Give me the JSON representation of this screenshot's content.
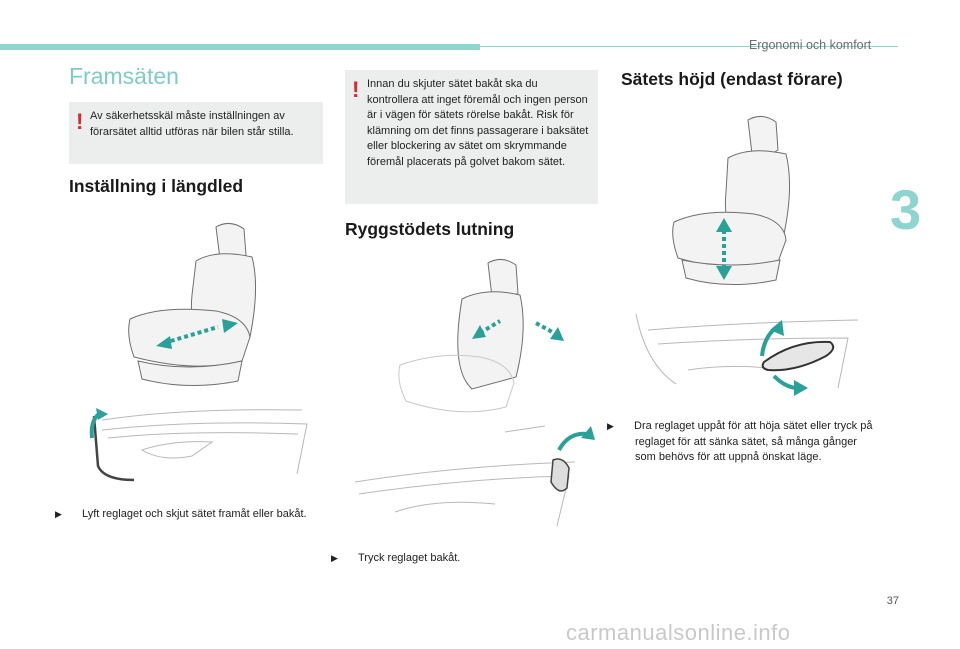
{
  "header": {
    "section_title": "Ergonomi och komfort",
    "chapter_number": "3"
  },
  "colors": {
    "accent": "#8ed4cf",
    "arrow": "#2aa198",
    "warning": "#e2242b",
    "warn_bg": "#eceeee"
  },
  "left": {
    "title": "Framsäten",
    "warning": "Av säkerhetsskäl måste inställningen av förarsätet alltid utföras när bilen står stilla.",
    "heading": "Inställning i längdled",
    "instruction": "Lyft reglaget och skjut sätet framåt eller bakåt."
  },
  "middle": {
    "warning": "Innan du skjuter sätet bakåt ska du kontrollera att inget föremål och ingen person är i vägen för sätets rörelse bakåt. Risk för klämning om det finns passagerare i baksätet eller blockering av sätet om skrymmande föremål placerats på golvet bakom sätet.",
    "heading": "Ryggstödets lutning",
    "instruction": "Tryck reglaget bakåt."
  },
  "right": {
    "heading": "Sätets höjd (endast förare)",
    "instruction": "Dra reglaget uppåt för att höja sätet eller tryck på reglaget för att sänka sätet, så många gånger som behövs för att uppnå önskat läge."
  },
  "footer": {
    "page_number": "37",
    "watermark": "carmanualsonline.info"
  },
  "icons": {
    "bullet": "arrow-right-bullet",
    "warning": "exclamation-icon"
  }
}
